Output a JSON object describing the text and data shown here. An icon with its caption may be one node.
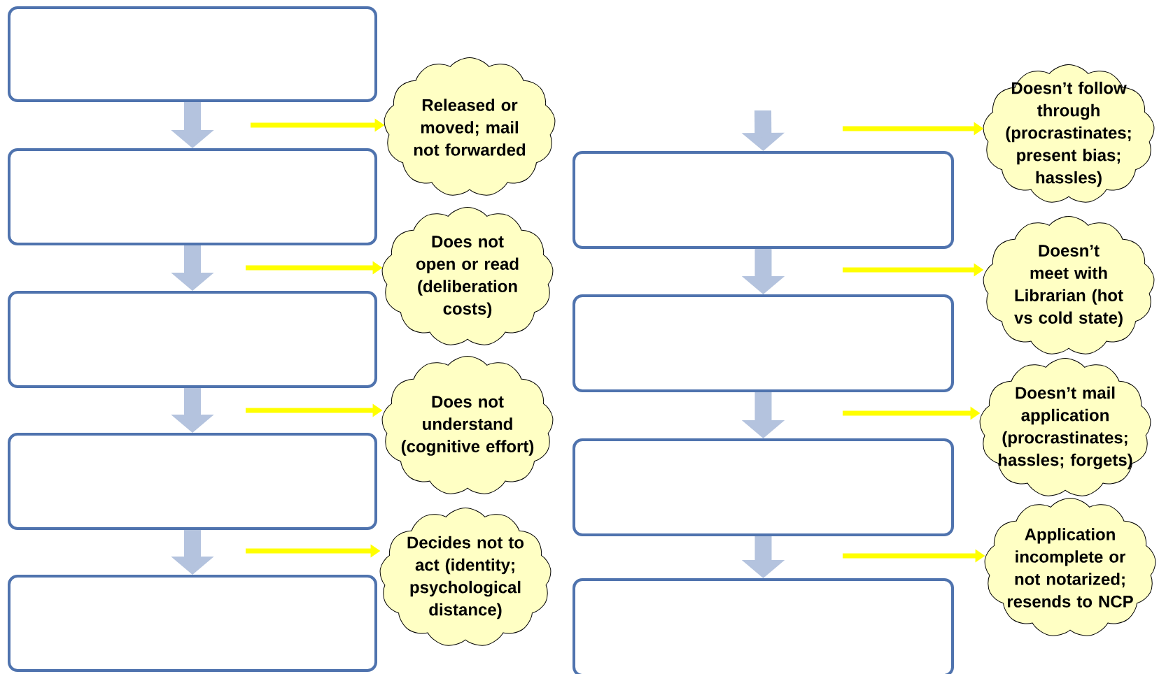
{
  "diagram": {
    "nodes": [
      {
        "text": [],
        "shape": "box"
      },
      {
        "text": [],
        "shape": "box"
      },
      {
        "text": [],
        "shape": "box"
      },
      {
        "text": [],
        "shape": "box"
      },
      {
        "text": [],
        "shape": "box"
      },
      {
        "text": [],
        "shape": "box"
      },
      {
        "text": [],
        "shape": "box"
      },
      {
        "text": [],
        "shape": "box"
      },
      {
        "text": [],
        "shape": "box"
      },
      {
        "text": [
          "Released or moved; mail not forwarded"
        ]
      },
      {
        "text": [
          "Does not open or read (deliberation costs)"
        ]
      },
      {
        "text": [
          "Does not understand (cognitive effort)"
        ]
      },
      {
        "text": [
          "Decides not to act (identity; psychological distance)"
        ]
      },
      {
        "text": [
          "Doesn’t follow through (procrastinates; present bias; hassles)"
        ]
      },
      {
        "text": [
          "Doesn’t meet with Librarian (hot vs cold state)"
        ]
      },
      {
        "text": [
          "Doesn’t mail application (procrastinates; hassles; forgets)"
        ]
      },
      {
        "text": [
          "Application incomplete or not notarized; resends to NCP"
        ]
      }
    ],
    "edges": [
      {
        "from": 0,
        "to": 1,
        "arrow": "to",
        "style": "thick",
        "color": "#b4c3de"
      },
      {
        "from": 1,
        "to": 2,
        "arrow": "to",
        "style": "thick",
        "color": "#b4c3de"
      },
      {
        "from": 2,
        "to": 3,
        "arrow": "to",
        "style": "thick",
        "color": "#b4c3de"
      },
      {
        "from": 3,
        "to": 4,
        "arrow": "to",
        "style": "thick",
        "color": "#b4c3de"
      },
      {
        "from": null,
        "to": 5,
        "arrow": "to",
        "style": "thick",
        "color": "#b4c3de"
      },
      {
        "from": 5,
        "to": 6,
        "arrow": "to",
        "style": "thick",
        "color": "#b4c3de"
      },
      {
        "from": 6,
        "to": 7,
        "arrow": "to",
        "style": "thick",
        "color": "#b4c3de"
      },
      {
        "from": 7,
        "to": 8,
        "arrow": "to",
        "style": "thick",
        "color": "#b4c3de"
      },
      {
        "from": null,
        "to": 9,
        "arrow": "to",
        "color": "#ffff00"
      },
      {
        "from": null,
        "to": 10,
        "arrow": "to",
        "color": "#ffff00"
      },
      {
        "from": null,
        "to": 11,
        "arrow": "to",
        "color": "#ffff00"
      },
      {
        "from": null,
        "to": 12,
        "arrow": "to",
        "color": "#ffff00"
      },
      {
        "from": null,
        "to": 13,
        "arrow": "to",
        "color": "#ffff00"
      },
      {
        "from": null,
        "to": 14,
        "arrow": "to",
        "color": "#ffff00"
      },
      {
        "from": null,
        "to": 15,
        "arrow": "to",
        "color": "#ffff00"
      },
      {
        "from": null,
        "to": 16,
        "arrow": "to",
        "color": "#ffff00"
      }
    ]
  }
}
